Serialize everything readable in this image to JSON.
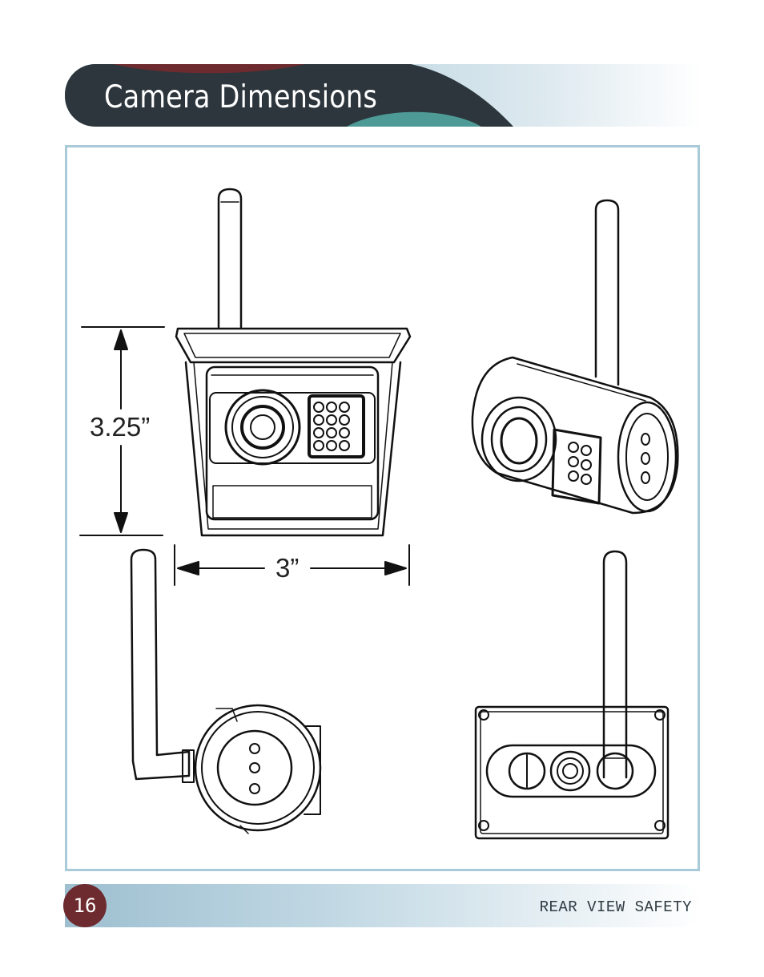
{
  "header": {
    "title": "Camera Dimensions",
    "colors": {
      "dark": "#2c363c",
      "maroon": "#6e2b2f",
      "teal": "#4e9a96",
      "light_blue": "#a9cad8"
    }
  },
  "dimensions": {
    "height_label": "3.25”",
    "width_label": "3”"
  },
  "views": [
    "front-view",
    "perspective-view",
    "side-view",
    "back-view"
  ],
  "footer": {
    "page_number": "16",
    "brand": "REAR VIEW SAFETY"
  }
}
